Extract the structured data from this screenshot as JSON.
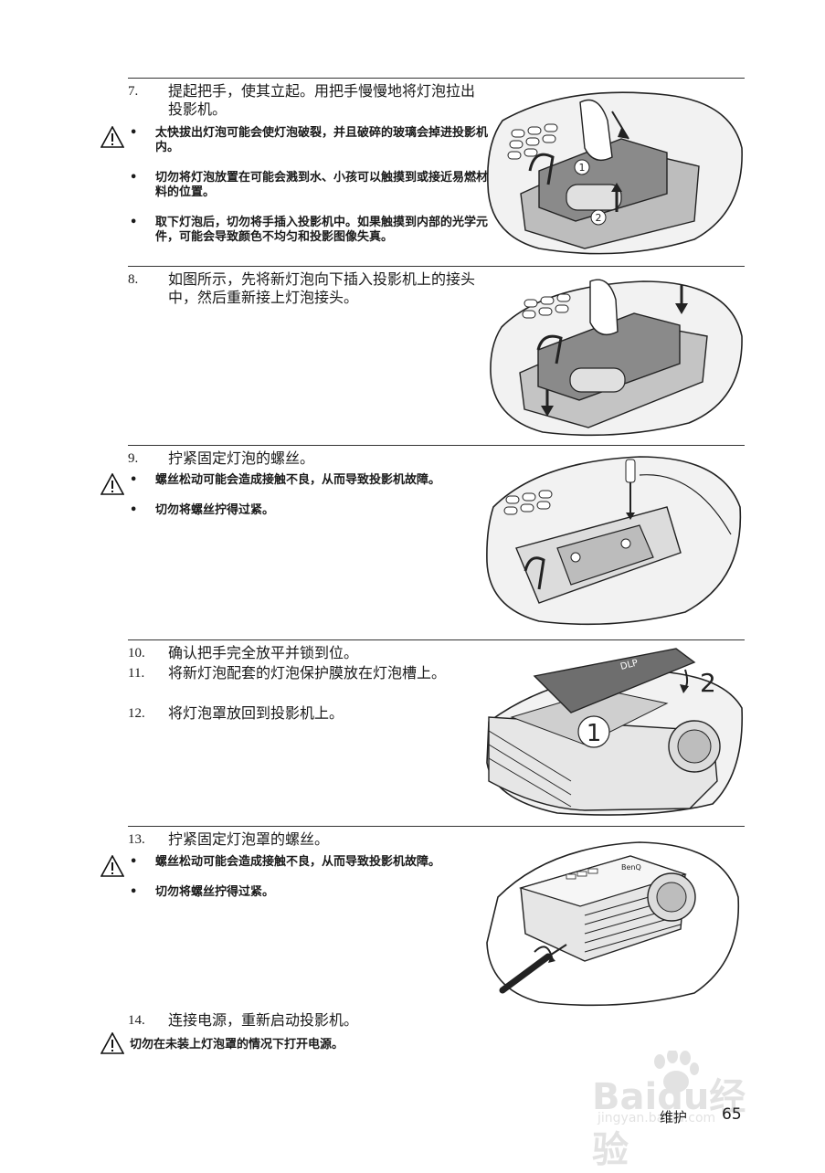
{
  "steps": {
    "s7": {
      "num": "7.",
      "text": "提起把手，使其立起。用把手慢慢地将灯泡拉出投影机。"
    },
    "s8": {
      "num": "8.",
      "text": "如图所示，先将新灯泡向下插入投影机上的接头中，然后重新接上灯泡接头。"
    },
    "s9": {
      "num": "9.",
      "text": "拧紧固定灯泡的螺丝。"
    },
    "s10": {
      "num": "10.",
      "text": "确认把手完全放平并锁到位。"
    },
    "s11": {
      "num": "11.",
      "text": "将新灯泡配套的灯泡保护膜放在灯泡槽上。"
    },
    "s12": {
      "num": "12.",
      "text": "将灯泡罩放回到投影机上。"
    },
    "s13": {
      "num": "13.",
      "text": "拧紧固定灯泡罩的螺丝。"
    },
    "s14": {
      "num": "14.",
      "text": "连接电源，重新启动投影机。"
    }
  },
  "warnings": {
    "w7": [
      "太快拔出灯泡可能会使灯泡破裂，并且破碎的玻璃会掉进投影机内。",
      "切勿将灯泡放置在可能会溅到水、小孩可以触摸到或接近易燃材料的位置。",
      "取下灯泡后，切勿将手插入投影机中。如果触摸到内部的光学元件，可能会导致颜色不均匀和投影图像失真。"
    ],
    "w9": [
      "螺丝松动可能会造成接触不良，从而导致投影机故障。",
      "切勿将螺丝拧得过紧。"
    ],
    "w13": [
      "螺丝松动可能会造成接触不良，从而导致投影机故障。",
      "切勿将螺丝拧得过紧。"
    ],
    "w14": "切勿在未装上灯泡罩的情况下打开电源。"
  },
  "illustrations": {
    "img1_callouts": [
      "1",
      "2"
    ],
    "img4_callouts": [
      "1",
      "2"
    ],
    "img4_logo": "DLP",
    "img5_brand": "BenQ"
  },
  "footer": {
    "label": "维护",
    "page": "65"
  },
  "watermark": {
    "text": "Baidu经验",
    "url": "jingyan.baidu.com"
  }
}
